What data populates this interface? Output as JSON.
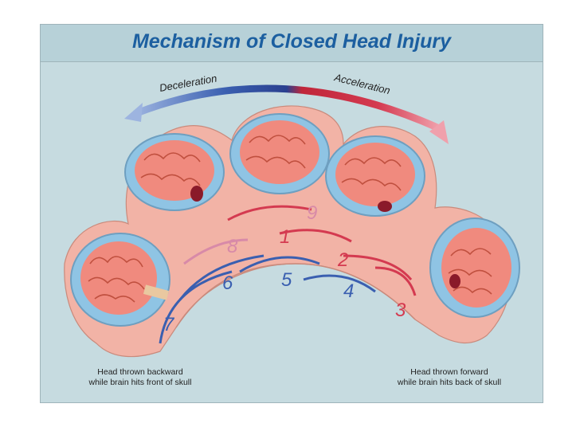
{
  "title": "Mechanism of Closed Head Injury",
  "arc_labels": {
    "left": "Deceleration",
    "right": "Acceleration"
  },
  "captions": {
    "left_line1": "Head thrown backward",
    "left_line2": "while brain hits front of skull",
    "right_line1": "Head thrown forward",
    "right_line2": "while brain hits back of skull"
  },
  "sequence_numbers": [
    "1",
    "2",
    "3",
    "4",
    "5",
    "6",
    "7",
    "8",
    "9"
  ],
  "colors": {
    "deceleration": "#3a5fb0",
    "acceleration": "#d43a50",
    "title": "#1c5fa0",
    "background": "#c6dbe0",
    "skin": "#f2b3a6",
    "brain": "#f08a7e"
  },
  "icons": [
    "brain-icon",
    "skull-icon",
    "head-silhouette-icon"
  ]
}
